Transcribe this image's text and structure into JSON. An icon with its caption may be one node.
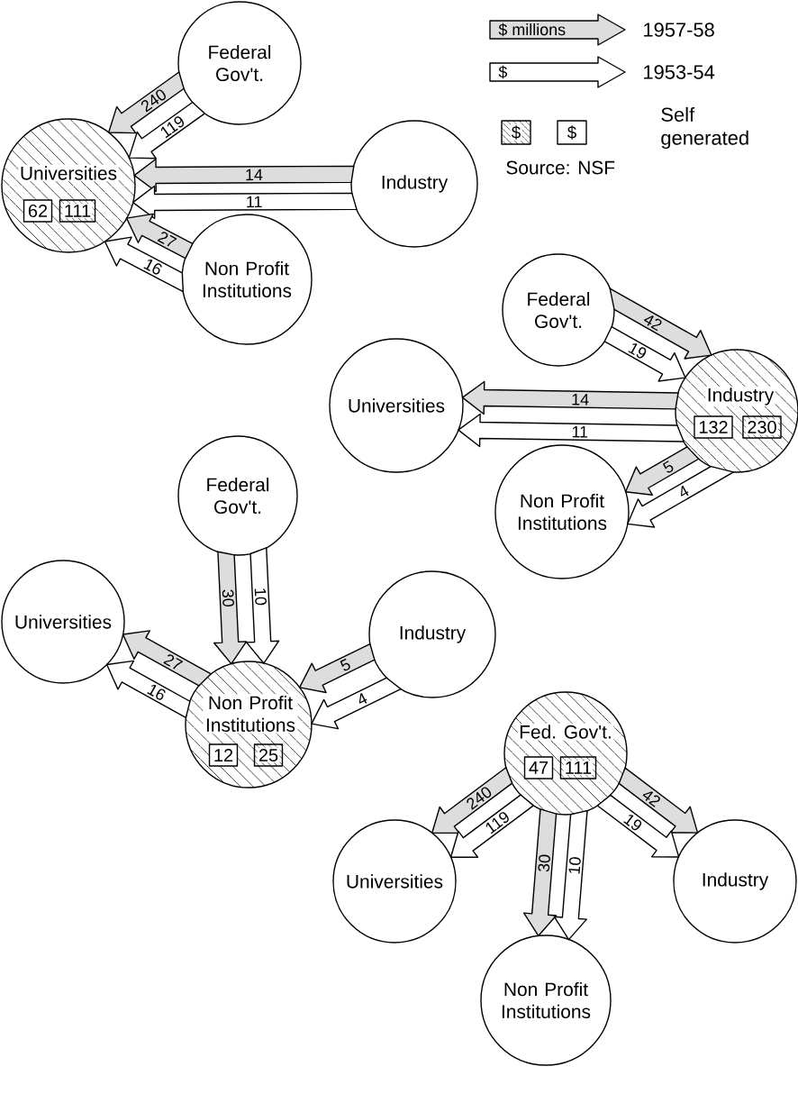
{
  "diagram": {
    "nodes": [
      {
        "text": [
          "Federal Gov't."
        ]
      },
      {
        "text": [
          "Universities"
        ]
      },
      {
        "text": [
          "62"
        ],
        "in": 1
      },
      {
        "text": [
          "111"
        ],
        "in": 1
      },
      {
        "text": [
          "Industry"
        ]
      },
      {
        "text": [
          "Non Profit Institutions"
        ]
      },
      {
        "text": [
          "Federal Gov't."
        ]
      },
      {
        "text": [
          "Universities"
        ]
      },
      {
        "text": [
          "Industry"
        ]
      },
      {
        "text": [
          "132"
        ],
        "in": 8
      },
      {
        "text": [
          "230"
        ],
        "in": 8
      },
      {
        "text": [
          "Non Profit Institutions"
        ]
      },
      {
        "text": [
          "Federal Gov't."
        ]
      },
      {
        "text": [
          "Universities"
        ]
      },
      {
        "text": [
          "Industry"
        ]
      },
      {
        "text": [
          "Non Profit Institutions"
        ]
      },
      {
        "text": [
          "12"
        ],
        "in": 15
      },
      {
        "text": [
          "25"
        ],
        "in": 15
      },
      {
        "text": [
          "Fed. Gov't."
        ]
      },
      {
        "text": [
          "47"
        ],
        "in": 18
      },
      {
        "text": [
          "111"
        ],
        "in": 18
      },
      {
        "text": [
          "Universities"
        ]
      },
      {
        "text": [
          "Industry"
        ]
      },
      {
        "text": [
          "Non Profit Institutions"
        ]
      }
    ],
    "edges": [
      {
        "from": 0,
        "to": 1,
        "arrow": "to",
        "label": "240",
        "color": "#dddddd"
      },
      {
        "from": 0,
        "to": 1,
        "arrow": "to",
        "label": "119"
      },
      {
        "from": 4,
        "to": 1,
        "arrow": "to",
        "label": "14",
        "color": "#dddddd"
      },
      {
        "from": 4,
        "to": 1,
        "arrow": "to",
        "label": "11"
      },
      {
        "from": 5,
        "to": 1,
        "arrow": "to",
        "label": "27",
        "color": "#dddddd"
      },
      {
        "from": 5,
        "to": 1,
        "arrow": "to",
        "label": "16"
      },
      {
        "from": 6,
        "to": 8,
        "arrow": "to",
        "label": "42",
        "color": "#dddddd"
      },
      {
        "from": 6,
        "to": 8,
        "arrow": "to",
        "label": "19"
      },
      {
        "from": 8,
        "to": 7,
        "arrow": "to",
        "label": "14",
        "color": "#dddddd"
      },
      {
        "from": 8,
        "to": 7,
        "arrow": "to",
        "label": "11"
      },
      {
        "from": 8,
        "to": 11,
        "arrow": "to",
        "label": "5",
        "color": "#dddddd"
      },
      {
        "from": 8,
        "to": 11,
        "arrow": "to",
        "label": "4"
      },
      {
        "from": 12,
        "to": 15,
        "arrow": "to",
        "label": "30",
        "color": "#dddddd"
      },
      {
        "from": 12,
        "to": 15,
        "arrow": "to",
        "label": "10"
      },
      {
        "from": 15,
        "to": 13,
        "arrow": "to",
        "label": "27",
        "color": "#dddddd"
      },
      {
        "from": 15,
        "to": 13,
        "arrow": "to",
        "label": "16"
      },
      {
        "from": 14,
        "to": 15,
        "arrow": "to",
        "label": "5",
        "color": "#dddddd"
      },
      {
        "from": 14,
        "to": 15,
        "arrow": "to",
        "label": "4"
      },
      {
        "from": 18,
        "to": 21,
        "arrow": "to",
        "label": "240",
        "color": "#dddddd"
      },
      {
        "from": 18,
        "to": 21,
        "arrow": "to",
        "label": "119"
      },
      {
        "from": 18,
        "to": 23,
        "arrow": "to",
        "label": "30",
        "color": "#dddddd"
      },
      {
        "from": 18,
        "to": 23,
        "arrow": "to",
        "label": "10"
      },
      {
        "from": 18,
        "to": 22,
        "arrow": "to",
        "label": "42",
        "color": "#dddddd"
      },
      {
        "from": 18,
        "to": 22,
        "arrow": "to",
        "label": "19"
      }
    ],
    "labels": [
      "$ millions",
      "$",
      "$",
      "$",
      "Source: NSF"
    ],
    "legend": [
      {
        "text": "1957-58"
      },
      {
        "text": "1953-54"
      },
      {
        "text": "Self generated"
      }
    ]
  }
}
